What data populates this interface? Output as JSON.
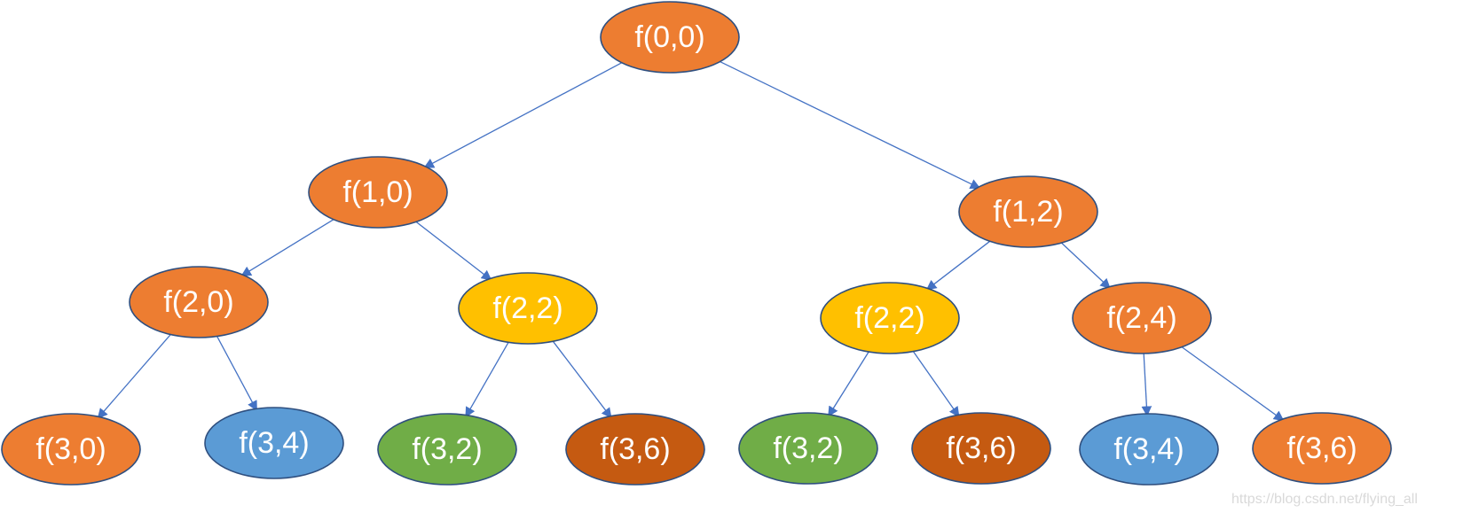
{
  "diagram": {
    "type": "recursion-tree",
    "colors": {
      "orange": "#ed7d31",
      "yellow": "#ffc000",
      "green": "#70ad47",
      "blue": "#5b9bd5",
      "brown": "#c55a11",
      "border": "#2f4f7f",
      "edge": "#4472c4"
    },
    "nodes": [
      {
        "id": "n00",
        "label": "f(0,0)",
        "color": "orange"
      },
      {
        "id": "n10",
        "label": "f(1,0)",
        "color": "orange"
      },
      {
        "id": "n12",
        "label": "f(1,2)",
        "color": "orange"
      },
      {
        "id": "n20",
        "label": "f(2,0)",
        "color": "orange"
      },
      {
        "id": "n22a",
        "label": "f(2,2)",
        "color": "yellow"
      },
      {
        "id": "n22b",
        "label": "f(2,2)",
        "color": "yellow"
      },
      {
        "id": "n24",
        "label": "f(2,4)",
        "color": "orange"
      },
      {
        "id": "n30",
        "label": "f(3,0)",
        "color": "orange"
      },
      {
        "id": "n34a",
        "label": "f(3,4)",
        "color": "blue"
      },
      {
        "id": "n32a",
        "label": "f(3,2)",
        "color": "green"
      },
      {
        "id": "n36a",
        "label": "f(3,6)",
        "color": "brown"
      },
      {
        "id": "n32b",
        "label": "f(3,2)",
        "color": "green"
      },
      {
        "id": "n36b",
        "label": "f(3,6)",
        "color": "brown"
      },
      {
        "id": "n34b",
        "label": "f(3,4)",
        "color": "blue"
      },
      {
        "id": "n36c",
        "label": "f(3,6)",
        "color": "orange"
      }
    ],
    "edges": [
      {
        "from": "n00",
        "to": "n10"
      },
      {
        "from": "n00",
        "to": "n12"
      },
      {
        "from": "n10",
        "to": "n20"
      },
      {
        "from": "n10",
        "to": "n22a"
      },
      {
        "from": "n12",
        "to": "n22b"
      },
      {
        "from": "n12",
        "to": "n24"
      },
      {
        "from": "n20",
        "to": "n30"
      },
      {
        "from": "n20",
        "to": "n34a"
      },
      {
        "from": "n22a",
        "to": "n32a"
      },
      {
        "from": "n22a",
        "to": "n36a"
      },
      {
        "from": "n22b",
        "to": "n32b"
      },
      {
        "from": "n22b",
        "to": "n36b"
      },
      {
        "from": "n24",
        "to": "n34b"
      },
      {
        "from": "n24",
        "to": "n36c"
      }
    ]
  },
  "watermark": "https://blog.csdn.net/flying_all"
}
